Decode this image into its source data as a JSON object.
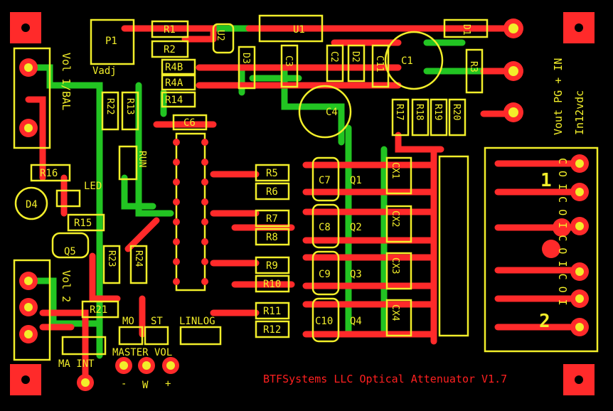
{
  "title": "BTFSystems LLC Optical Attenuator V1.7",
  "colors": {
    "background": "#000000",
    "top_copper": "#ff2a2a",
    "bottom_copper": "#22c422",
    "silkscreen": "#f2ee2a",
    "text_red": "#ff2020"
  },
  "labels": {
    "r1": "R1",
    "r2": "R2",
    "r3": "R3",
    "r4a": "R4A",
    "r4b": "R4B",
    "r5": "R5",
    "r6": "R6",
    "r7": "R7",
    "r8": "R8",
    "r9": "R9",
    "r10": "R10",
    "r11": "R11",
    "r12": "R12",
    "r13": "R13",
    "r14": "R14",
    "r15": "R15",
    "r16": "R16",
    "r17": "R17",
    "r18": "R18",
    "r19": "R19",
    "r20": "R20",
    "r21": "R21",
    "r22": "R22",
    "r23": "R23",
    "r24": "R24",
    "c1": "C1",
    "c2": "C2",
    "c3": "C3",
    "c4": "C4",
    "c6": "C6",
    "c7": "C7",
    "c8": "C8",
    "c9": "C9",
    "c10": "C10",
    "c11": "C11",
    "d1": "D1",
    "d2": "D2",
    "d3": "D3",
    "d4": "D4",
    "q1": "Q1",
    "q2": "Q2",
    "q3": "Q3",
    "q4": "Q4",
    "q5": "Q5",
    "u1": "U1",
    "u2": "U2",
    "cx1": "CX1",
    "cx2": "CX2",
    "cx3": "CX3",
    "cx4": "CX4",
    "p1": "P1",
    "vadj": "Vadj",
    "run": "RUN",
    "led": "LED",
    "vol_bal": "Vol 1/BAL",
    "vol2": "Vol 2",
    "mo": "MO",
    "st": "ST",
    "lin_log": "LINLOG",
    "master_vol": "MASTER VOL",
    "ma_int": "MA INT",
    "in12vdc": "In12vdc",
    "pwr_pins": "Vout PG + IN",
    "relay_pins": "C O I C O I C O I C O I",
    "one": "1",
    "two": "2",
    "minus": "-",
    "plus": "+",
    "w": "W"
  }
}
